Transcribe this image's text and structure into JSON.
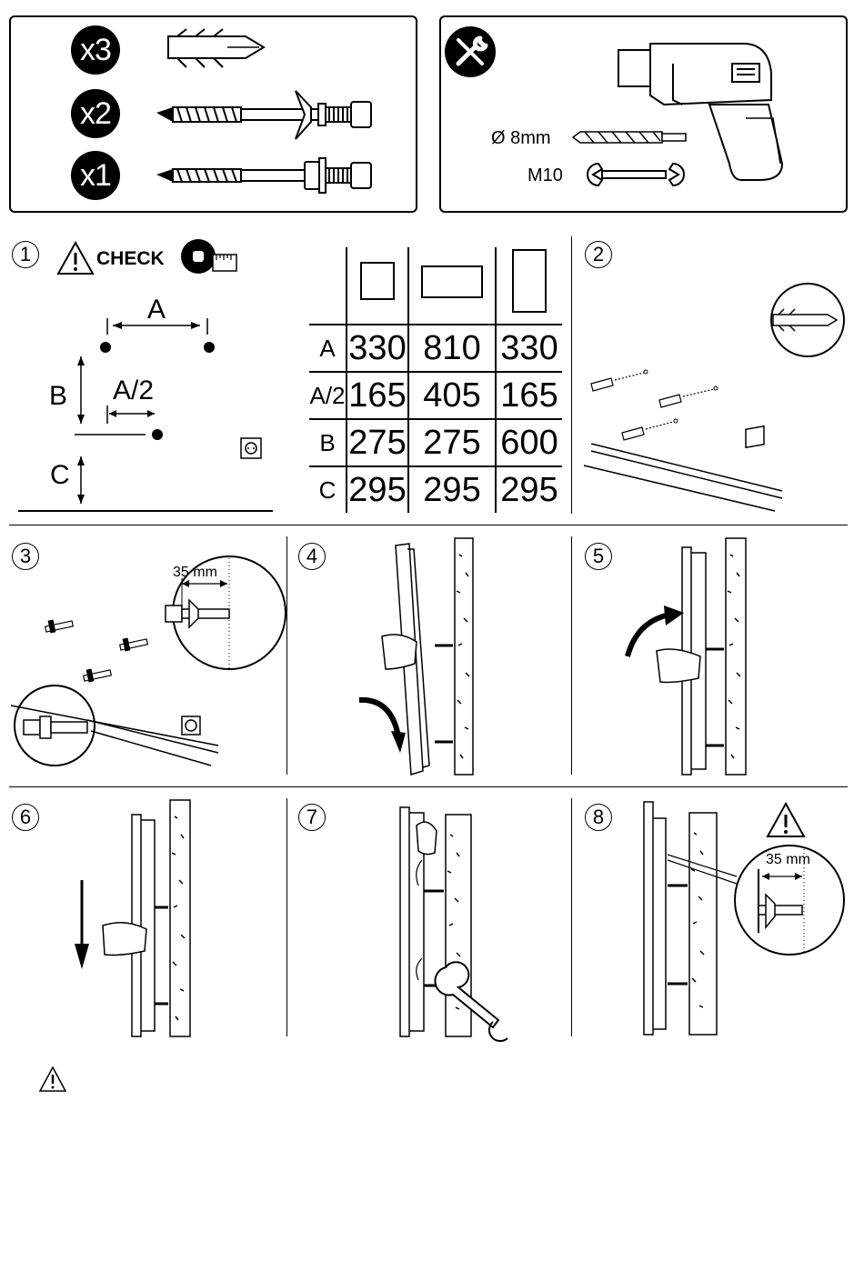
{
  "parts": {
    "dowel_qty": "x3",
    "wingbolt_qty": "x2",
    "bolt_qty": "x1"
  },
  "tools": {
    "drill_bit": "Ø 8mm",
    "wrench": "M10"
  },
  "step1": {
    "number": "1",
    "check_label": "CHECK",
    "dim_a": "A",
    "dim_b": "B",
    "dim_half_a": "A/2",
    "dim_c": "C"
  },
  "dimension_table": {
    "rows": [
      {
        "label": "A",
        "values": [
          "330",
          "810",
          "330"
        ]
      },
      {
        "label": "A/2",
        "values": [
          "165",
          "405",
          "165"
        ]
      },
      {
        "label": "B",
        "values": [
          "275",
          "275",
          "600"
        ]
      },
      {
        "label": "C",
        "values": [
          "295",
          "295",
          "295"
        ]
      }
    ]
  },
  "steps": {
    "s2": "2",
    "s3": "3",
    "s4": "4",
    "s5": "5",
    "s6": "6",
    "s7": "7",
    "s8": "8"
  },
  "measure": {
    "step3_gap": "35 mm",
    "step8_gap": "35 mm"
  }
}
